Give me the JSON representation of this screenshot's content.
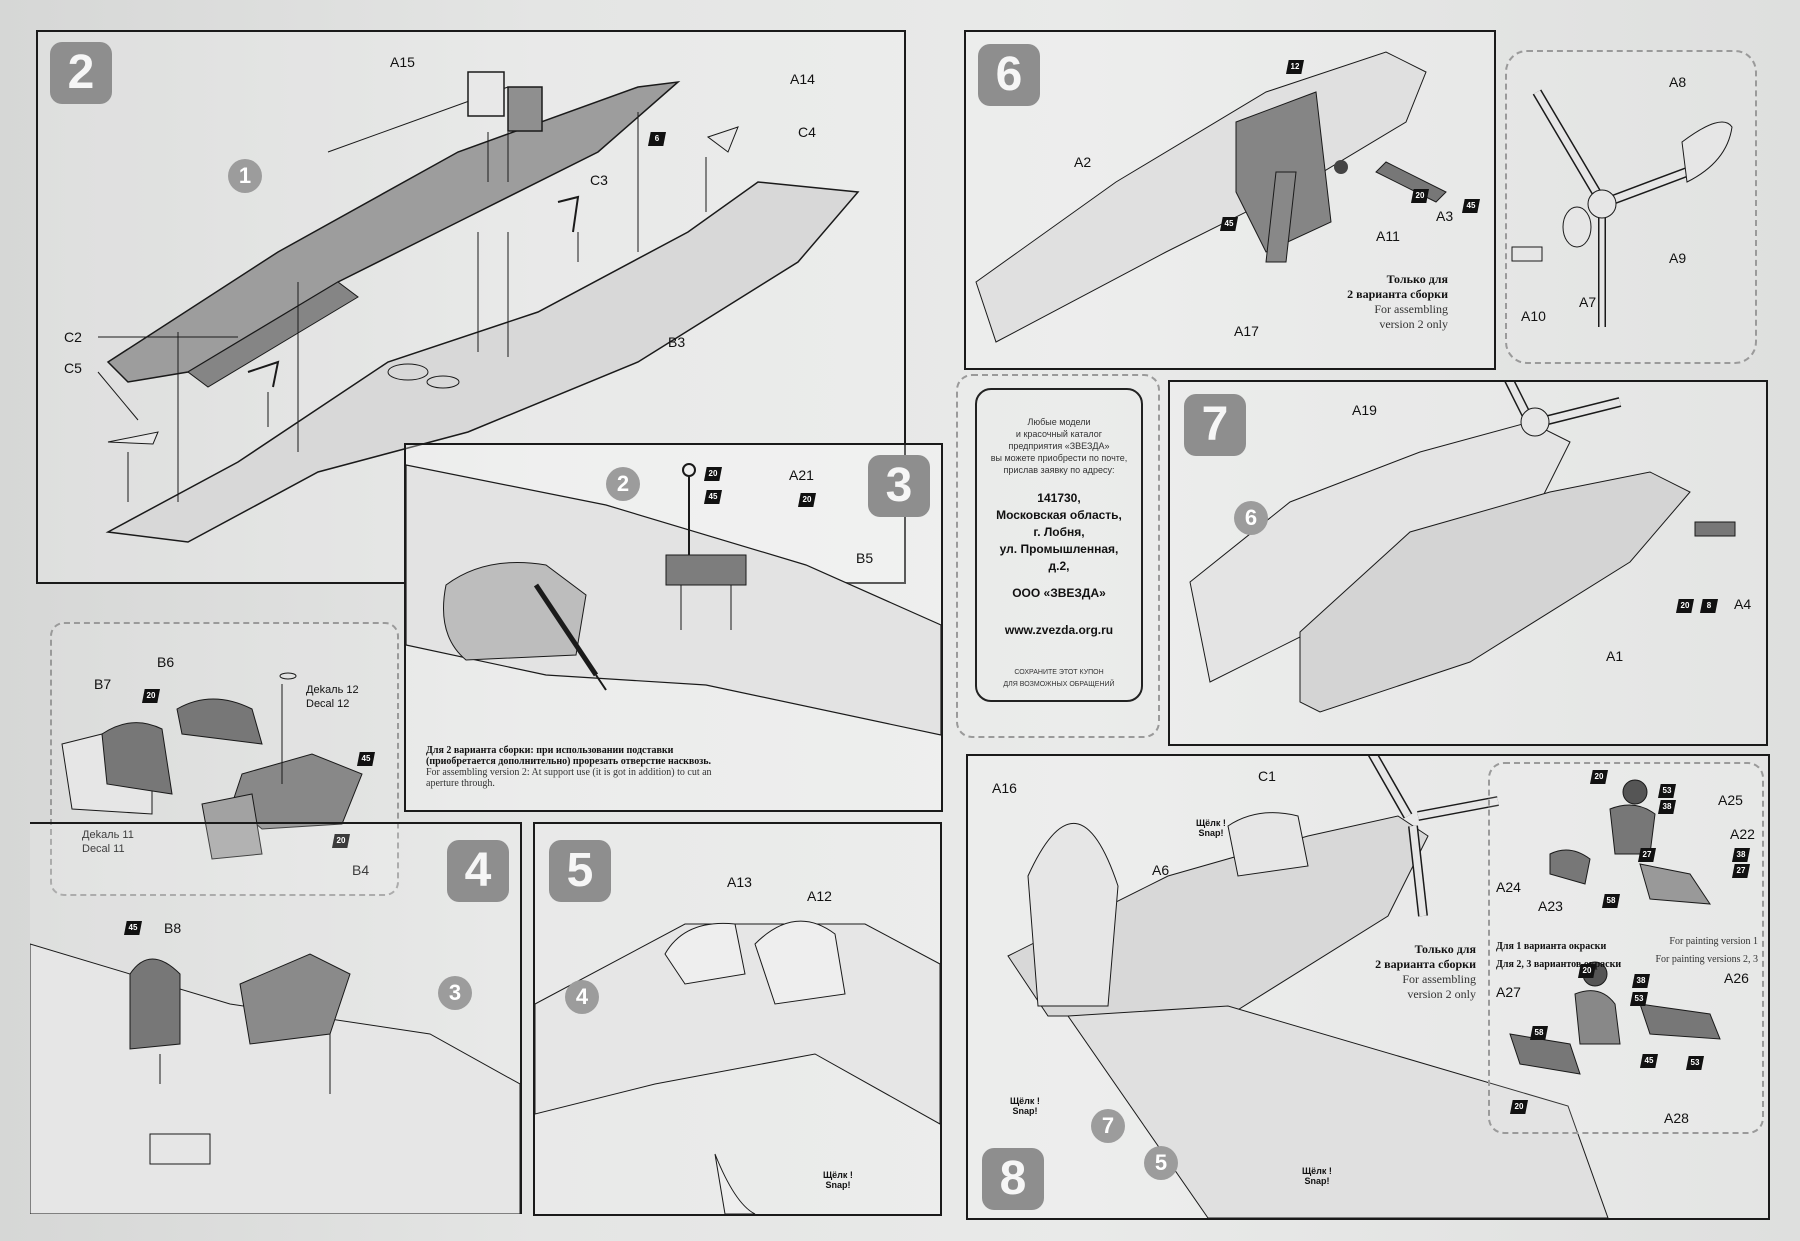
{
  "steps": {
    "s2": {
      "num": "2"
    },
    "s3": {
      "num": "3"
    },
    "s4": {
      "num": "4"
    },
    "s5": {
      "num": "5"
    },
    "s6": {
      "num": "6"
    },
    "s7": {
      "num": "7"
    },
    "s8": {
      "num": "8"
    }
  },
  "circles": {
    "c1": "1",
    "c2": "2",
    "c3": "3",
    "c4": "4",
    "c6": "6",
    "c7": "7",
    "c5": "5"
  },
  "labels": {
    "a15": "A15",
    "a14": "A14",
    "c4": "C4",
    "c3": "C3",
    "c2": "C2",
    "c5": "C5",
    "b3": "B3",
    "a21": "A21",
    "b5": "B5",
    "b7": "B7",
    "b6": "B6",
    "b4": "B4",
    "decal12": "Деkаль 12",
    "decal12en": "Decal 12",
    "decal11": "Деkаль 11",
    "decal11en": "Decal 11",
    "b8": "B8",
    "a13": "A13",
    "a12": "A12",
    "a2": "A2",
    "a11": "A11",
    "a3": "A3",
    "a17": "A17",
    "a8": "A8",
    "a9": "A9",
    "a7": "A7",
    "a10": "A10",
    "a19": "A19",
    "a1": "A1",
    "a4": "A4",
    "a16": "A16",
    "c1": "C1",
    "a6": "A6",
    "a25": "A25",
    "a22": "A22",
    "a24": "A24",
    "a23": "A23",
    "a27": "A27",
    "a26": "A26",
    "a28": "A28"
  },
  "badges": {
    "b6": "6",
    "b12": "12",
    "b20": "20",
    "b45": "45",
    "b27": "27",
    "b38": "38",
    "b53": "53",
    "b8": "8",
    "b58": "58"
  },
  "notes": {
    "step3_ru": "Для 2 варианта сборки: при использовании подставки (приобретается дополнительно) прорезать отверстие насквозь.",
    "step3_en": "For assembling version 2: At support use (it is got in addition) to cut an aperture through.",
    "step6_ru1": "Только для",
    "step6_ru2": "2 варианта сборки",
    "step6_en1": "For assembling",
    "step6_en2": "version 2 only",
    "step8_ru1": "Только для",
    "step8_ru2": "2 варианта сборки",
    "step8_en1": "For assembling",
    "step8_en2": "version 2 only",
    "paint1_ru": "Для 1 варианта окраски",
    "paint1_en": "For painting version 1",
    "paint23_ru": "Для 2, 3 вариантов окраски",
    "paint23_en": "For painting versions 2, 3"
  },
  "snap": {
    "ru": "Щёлк !",
    "en": "Snap!"
  },
  "coupon": {
    "line1": "Любые модели",
    "line2": "и красочный каталог",
    "line3": "предприятия «ЗВЕЗДА»",
    "line4": "вы можете приобрести по почте,",
    "line5": "прислав заявку по адресу:",
    "addr1": "141730,",
    "addr2": "Московская область,",
    "addr3": "г. Лобня,",
    "addr4": "ул. Промышленная,",
    "addr5": "д.2,",
    "addr6": "ООО «ЗВЕЗДА»",
    "web": "www.zvezda.org.ru",
    "foot1": "СОХРАНИТЕ ЭТОТ КУПОН",
    "foot2": "ДЛЯ ВОЗМОЖНЫХ ОБРАЩЕНИЙ"
  },
  "colors": {
    "line": "#1a1a1a",
    "part": "#8a8a8a",
    "partLight": "#bdbdbd",
    "bg": "#e4e5e4"
  }
}
